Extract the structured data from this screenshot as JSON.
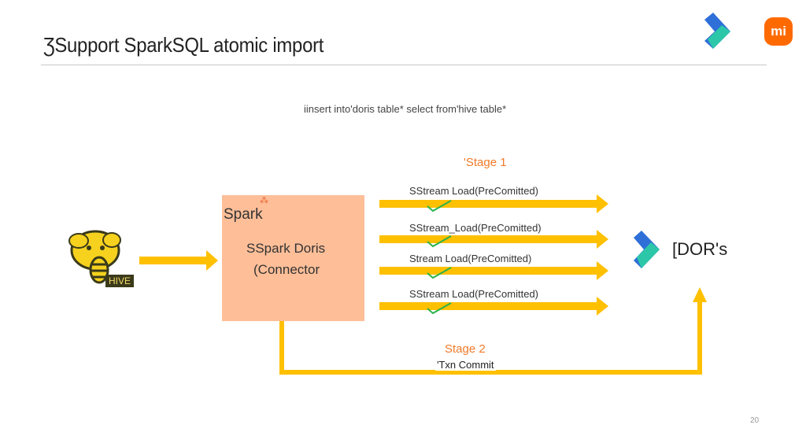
{
  "slide": {
    "title": "Support SparkSQL atomic import",
    "title_marker": "Ʒ",
    "page_number": "20"
  },
  "diagram": {
    "sql_text": "insert into'doris table* select from'hive table*",
    "sql_marker": "i",
    "stage1_label": "Stage 1",
    "stage1_marker": "'",
    "stage2_label": "Stage 2",
    "txn_commit": "Txn Commit",
    "txn_marker": "'",
    "stream_loads": [
      {
        "label": "Stream Load(PreComitted)",
        "marker": "S"
      },
      {
        "label": "Stream_Load(PreComitted)",
        "marker": "S"
      },
      {
        "label": "Stream Load(PreComitted)",
        "marker": ""
      },
      {
        "label": "Stream Load(PreComitted)",
        "marker": "S"
      }
    ],
    "spark_title": "Spark",
    "spark_flame": "⁂",
    "connector_line1": "Spark Doris",
    "connector_line1_marker": "S",
    "connector_line2": "Connector",
    "connector_line2_marker": "(",
    "hive_badge": "HIVE",
    "doris_label": "DOR's",
    "doris_marker": "[",
    "xiaomi_logo": "mi",
    "colors": {
      "arrow": "#ffc000",
      "spark_box": "#fdbe98",
      "stage_text": "#f07a2a",
      "check": "#2bb34a",
      "doris_blue": "#2f6fd8",
      "doris_teal": "#2cc7a8",
      "xiaomi": "#ff6a00"
    }
  }
}
